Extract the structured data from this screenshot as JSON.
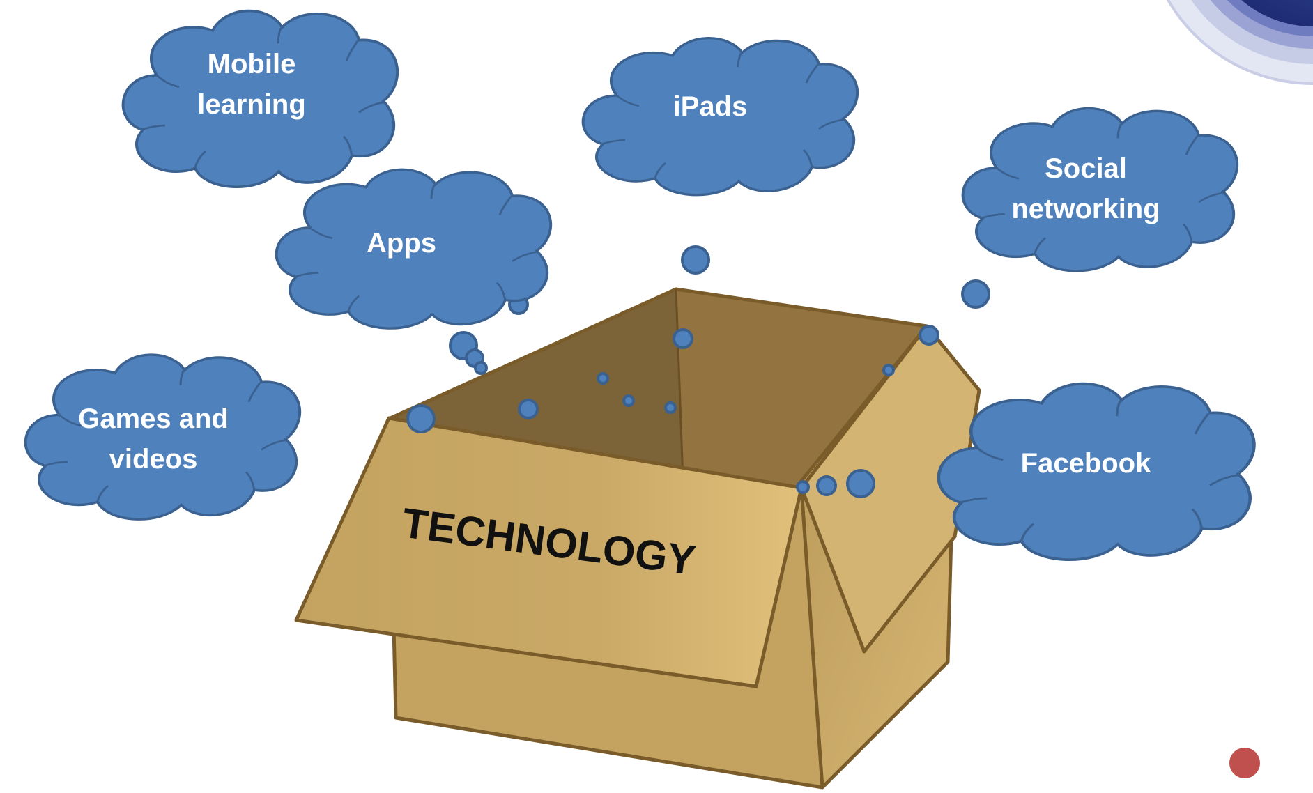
{
  "box": {
    "label": "TECHNOLOGY"
  },
  "clouds": [
    {
      "id": "mobile-learning",
      "lines": [
        "Mobile",
        "learning"
      ]
    },
    {
      "id": "ipads",
      "lines": [
        "iPads"
      ]
    },
    {
      "id": "social-networking",
      "lines": [
        "Social",
        "networking"
      ]
    },
    {
      "id": "apps",
      "lines": [
        "Apps"
      ]
    },
    {
      "id": "games-and-videos",
      "lines": [
        "Games and",
        "videos"
      ]
    },
    {
      "id": "facebook",
      "lines": [
        "Facebook"
      ]
    }
  ],
  "colors": {
    "cloud_fill": "#4f81bd",
    "cloud_stroke": "#3a6190",
    "box_front": "#c8a866",
    "box_inside": "#7c6338",
    "box_outline": "#7a5c2a",
    "corner_dot": "#c0504d"
  }
}
